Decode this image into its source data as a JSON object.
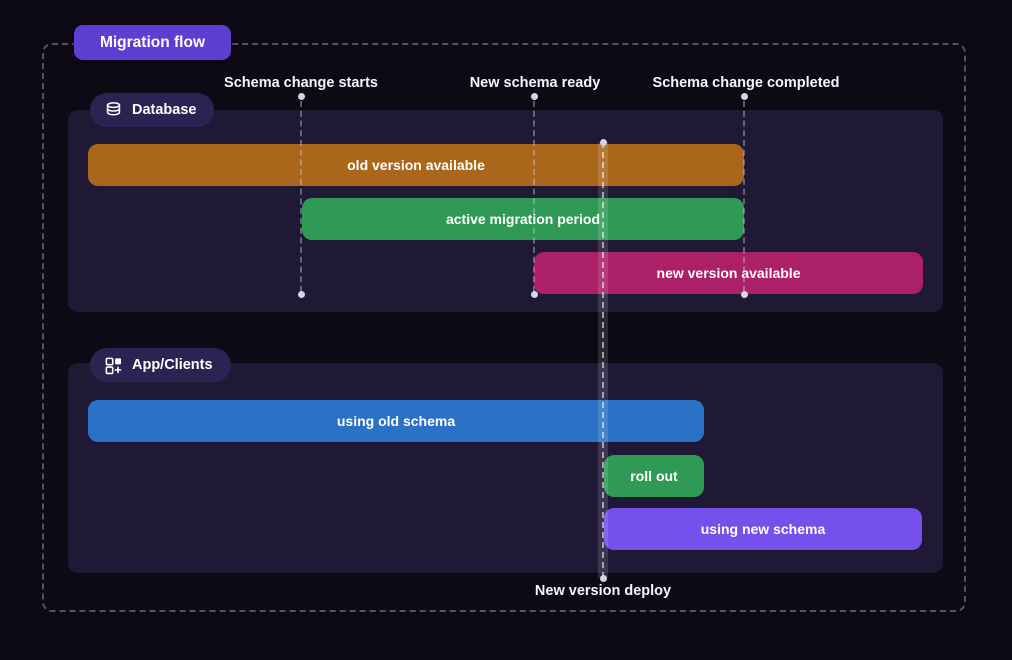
{
  "badge": {
    "label": "Migration flow",
    "color": "#5c3ed1"
  },
  "timeline_markers": [
    {
      "label": "Schema change starts"
    },
    {
      "label": "New schema ready"
    },
    {
      "label": "Schema change completed"
    }
  ],
  "deploy_marker": {
    "label": "New version deploy"
  },
  "lanes": [
    {
      "label": "Database",
      "icon": "database-icon",
      "bars": [
        {
          "label": "old version available",
          "color": "#aa671c"
        },
        {
          "label": "active migration period",
          "color": "#2f9a55"
        },
        {
          "label": "new version available",
          "color": "#ab2066"
        }
      ]
    },
    {
      "label": "App/Clients",
      "icon": "apps-add-icon",
      "bars": [
        {
          "label": "using old schema",
          "color": "#2b71c5"
        },
        {
          "label": "roll out",
          "color": "#2f9a55"
        },
        {
          "label": "using new schema",
          "color": "#7550ea"
        }
      ]
    }
  ],
  "colors": {
    "background": "#0d0a16",
    "panel": "#1f1936",
    "lane_pill": "#2b2452",
    "marker_dot": "#d6d5e2",
    "dashed_line": "rgba(205,203,222,0.42)"
  }
}
